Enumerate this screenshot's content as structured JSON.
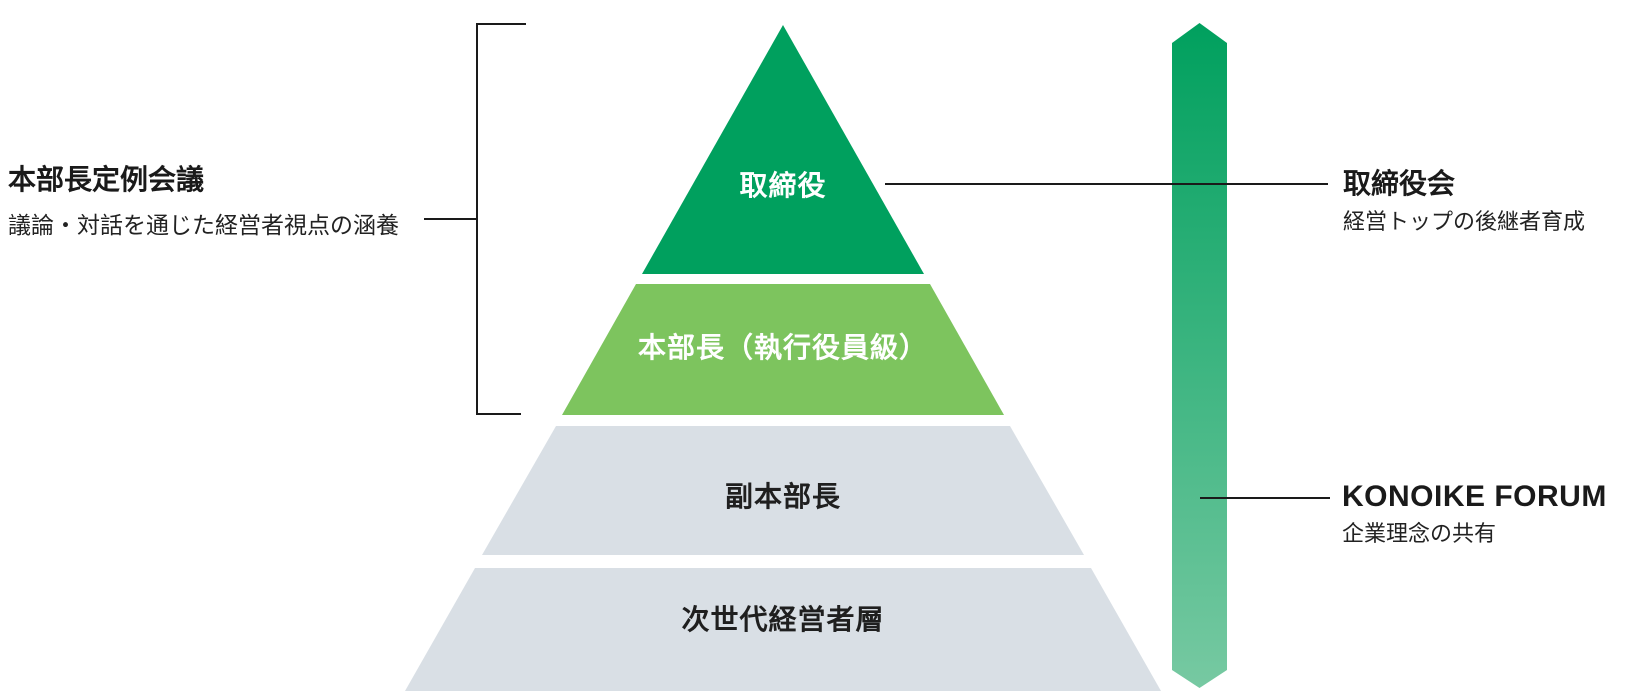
{
  "diagram": {
    "type": "pyramid-hierarchy",
    "left_annotation": {
      "title": "本部長定例会議",
      "description": "議論・対話を通じた経営者視点の涵養"
    },
    "pyramid": {
      "tiers": [
        {
          "label": "取締役",
          "color": "#00a05e",
          "text_color": "#ffffff"
        },
        {
          "label": "本部長（執行役員級）",
          "color": "#7dc45e",
          "text_color": "#ffffff"
        },
        {
          "label": "副本部長",
          "color": "#d9dfe5",
          "text_color": "#1f1f1f"
        },
        {
          "label": "次世代経営者層",
          "color": "#d9dfe5",
          "text_color": "#1f1f1f"
        }
      ]
    },
    "arrow_bar": {
      "gradient_top": "#00a05e",
      "gradient_bottom": "#77c9a2"
    },
    "right_annotations": [
      {
        "title": "取締役会",
        "description": "経営トップの後継者育成"
      },
      {
        "title": "KONOIKE FORUM",
        "description": "企業理念の共有"
      }
    ]
  }
}
